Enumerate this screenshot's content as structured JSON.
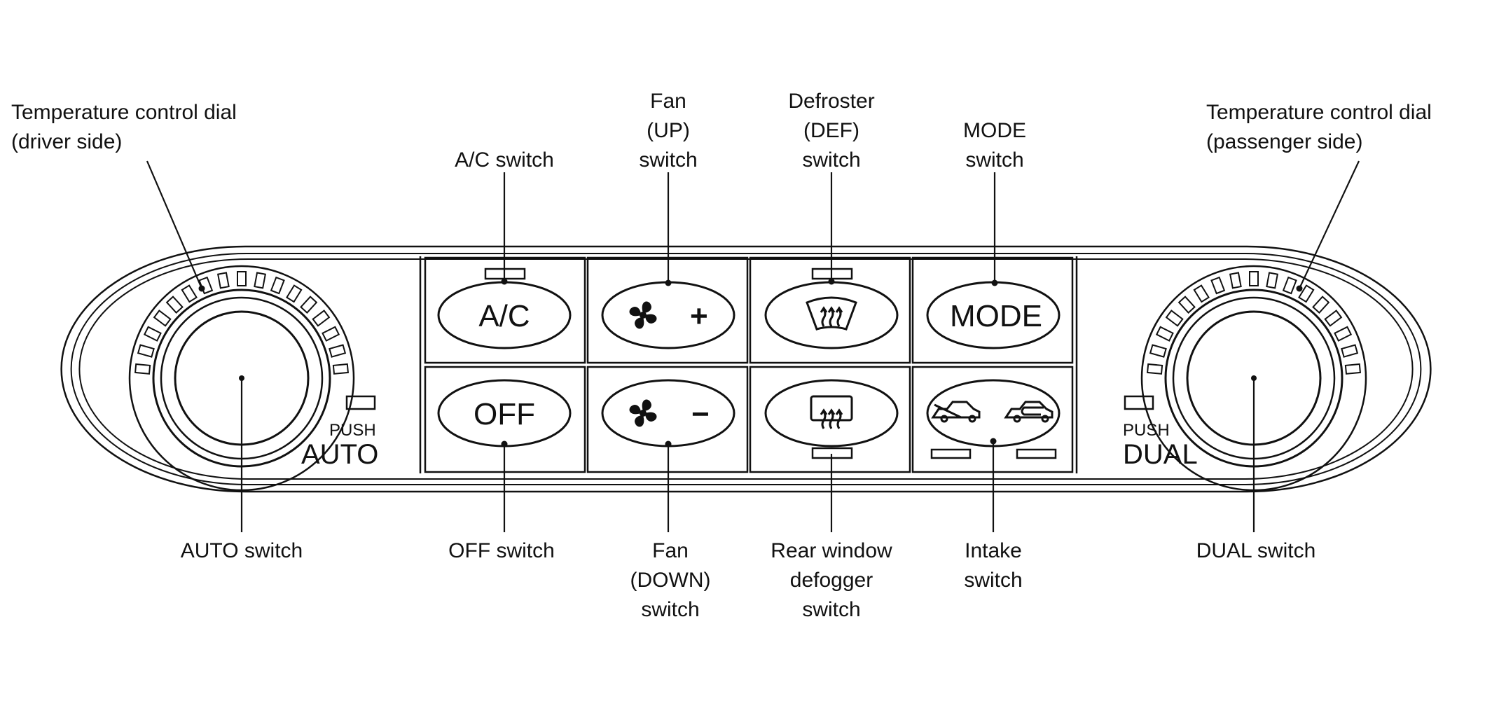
{
  "callouts": {
    "temp_driver": [
      "Temperature control dial",
      "(driver side)"
    ],
    "ac_switch": [
      "A/C switch"
    ],
    "fan_up": [
      "Fan",
      "(UP)",
      "switch"
    ],
    "defroster": [
      "Defroster",
      "(DEF)",
      "switch"
    ],
    "mode_switch": [
      "MODE",
      "switch"
    ],
    "temp_passenger": [
      "Temperature control dial",
      "(passenger side)"
    ],
    "auto_switch": [
      "AUTO switch"
    ],
    "off_switch": [
      "OFF switch"
    ],
    "fan_down": [
      "Fan",
      "(DOWN)",
      "switch"
    ],
    "rear_defogger": [
      "Rear window",
      "defogger",
      "switch"
    ],
    "intake_switch": [
      "Intake",
      "switch"
    ],
    "dual_switch": [
      "DUAL switch"
    ]
  },
  "buttons": {
    "ac": "A/C",
    "mode": "MODE",
    "off": "OFF",
    "fan_plus": "+",
    "fan_minus": "−"
  },
  "panel": {
    "left_push": "PUSH",
    "left_big": "AUTO",
    "right_push": "PUSH",
    "right_big": "DUAL"
  },
  "icons": {
    "fan": "fan-icon",
    "windshield_defrost": "windshield-defrost-icon",
    "rear_defrost": "rear-defrost-icon",
    "recirculation": "recirculation-icon",
    "fresh_air": "fresh-air-icon"
  }
}
